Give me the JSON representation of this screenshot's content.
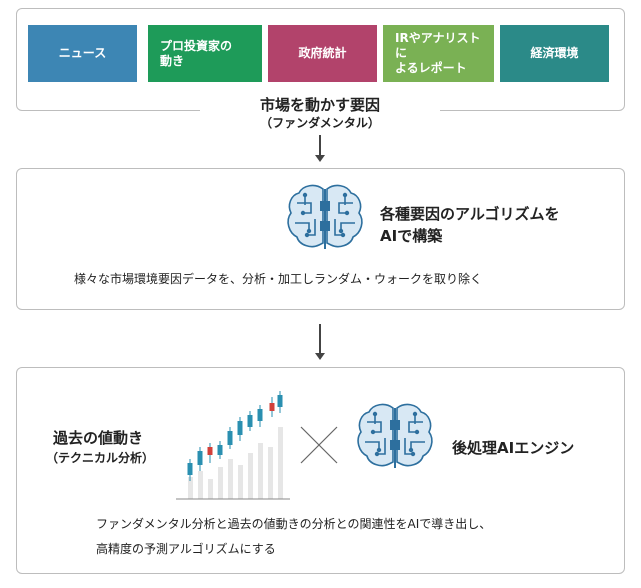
{
  "categories": [
    {
      "label": "ニュース",
      "color": "#3d86b4"
    },
    {
      "label": "プロ投資家の\n動き",
      "color": "#1e9b59"
    },
    {
      "label": "政府統計",
      "color": "#b2436b"
    },
    {
      "label": "IRやアナリストに\nよるレポート",
      "color": "#7ab154"
    },
    {
      "label": "経済環境",
      "color": "#2b8a88"
    }
  ],
  "top": {
    "title": "市場を動かす要因",
    "subtitle": "（ファンダメンタル）"
  },
  "mid": {
    "heading_line1": "各種要因のアルゴリズムを",
    "heading_line2": "AIで構築",
    "description": "様々な市場環境要因データを、分析・加工しランダム・ウォークを取り除く"
  },
  "bottom": {
    "past_line1": "過去の値動き",
    "past_line2": "（テクニカル分析）",
    "engine_label": "後処理AIエンジン",
    "description_line1": "ファンダメンタル分析と過去の値動きの分析との関連性をAIで導き出し、",
    "description_line2": "高精度の予測アルゴリズムにする"
  },
  "colors": {
    "brain": "#2d6f9e",
    "brain_light": "#cfe3f2",
    "candle_up": "#2a8fb0",
    "candle_down": "#d2403a",
    "bar": "#e6e6e6"
  }
}
